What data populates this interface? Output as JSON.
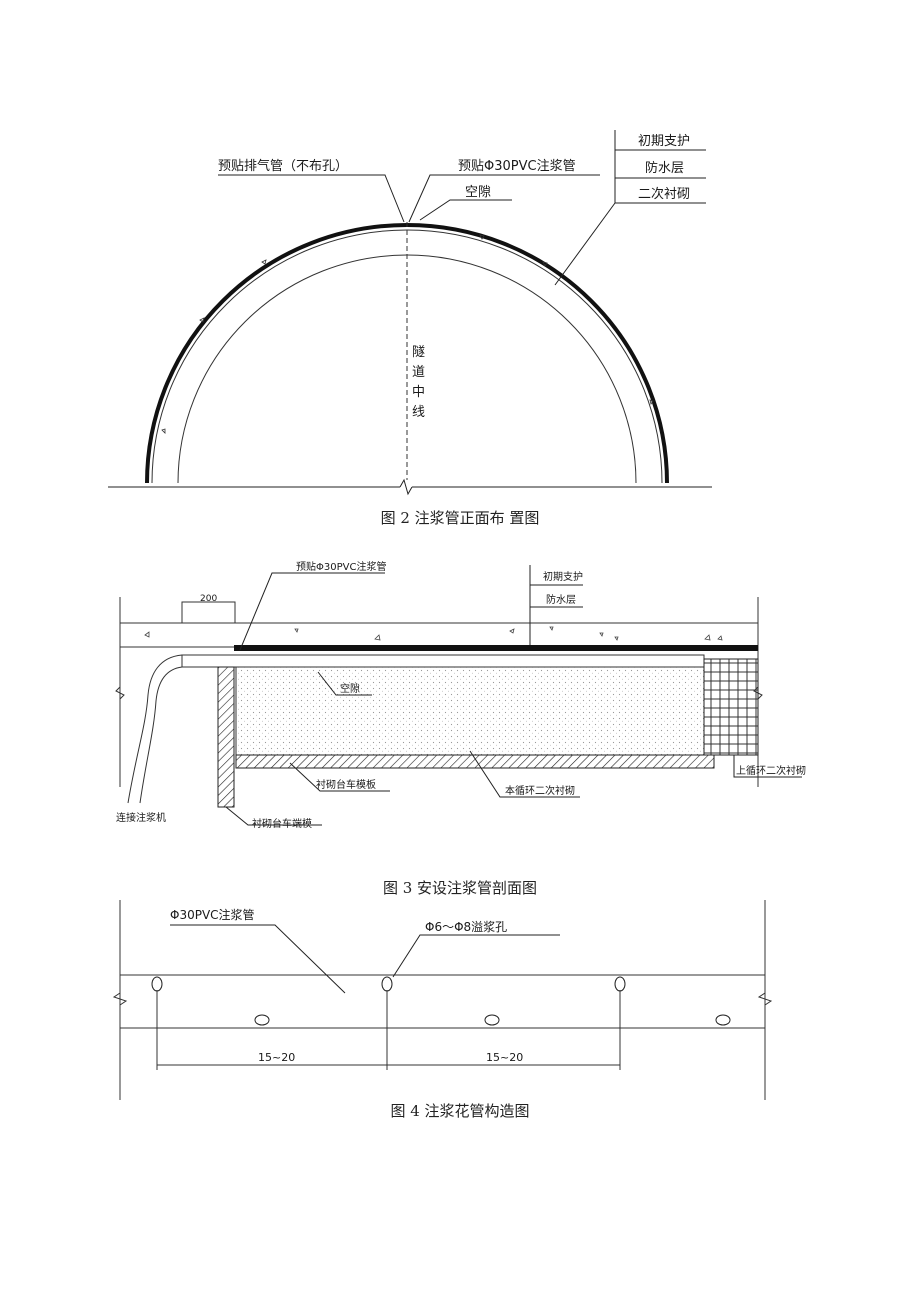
{
  "figure2": {
    "labels": {
      "vent_pipe": "预贴排气管（不布孔）",
      "pvc_pipe": "预贴Φ30PVC注浆管",
      "void": "空隙",
      "primary_support": "初期支护",
      "waterproof": "防水层",
      "secondary_lining": "二次衬砌",
      "centerline_1": "隧",
      "centerline_2": "道",
      "centerline_3": "中",
      "centerline_4": "线"
    },
    "caption": "图 2  注浆管正面布  置图"
  },
  "figure3": {
    "labels": {
      "dim_200": "200",
      "pvc_pipe": "预贴Φ30PVC注浆管",
      "primary_support": "初期支护",
      "waterproof": "防水层",
      "void": "空隙",
      "formwork": "衬砌台车模板",
      "current_lining": "本循环二次衬砌",
      "prev_lining": "上循环二次衬砌",
      "grout_machine": "连接注浆机",
      "end_form": "衬砌台车端模"
    },
    "caption": "图 3 安设注浆管剖面图"
  },
  "figure4": {
    "labels": {
      "pvc_pipe": "Φ30PVC注浆管",
      "holes": "Φ6～Φ8溢浆孔",
      "spacing_1": "15~20",
      "spacing_2": "15~20"
    },
    "caption": "图 4 注浆花管构造图"
  }
}
